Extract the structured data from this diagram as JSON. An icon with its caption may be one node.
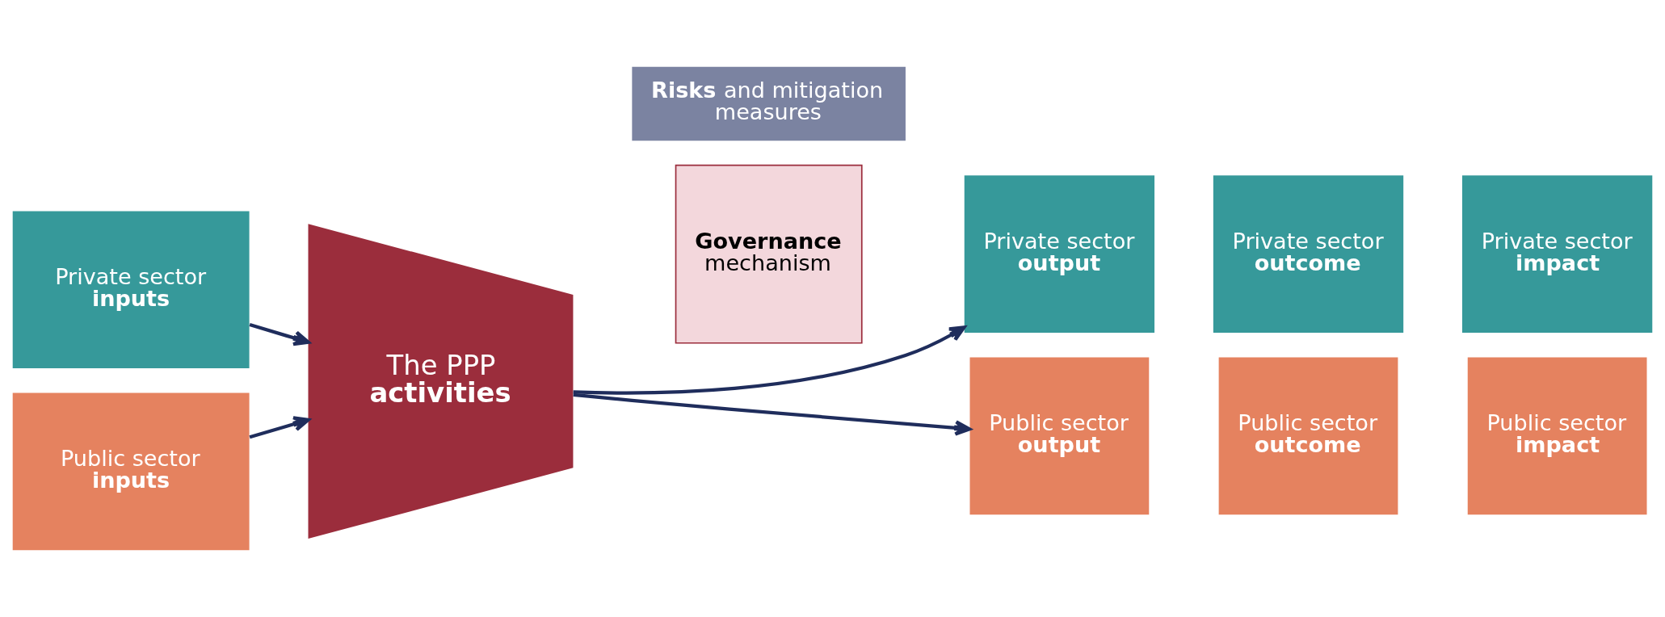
{
  "diagram": {
    "nodes": [
      {
        "text": [
          "Private sector **inputs**"
        ]
      },
      {
        "text": [
          "Public sector **inputs**"
        ]
      },
      {
        "text": [
          "The PPP **activities**"
        ]
      },
      {
        "text": [
          "**Governance** mechanism"
        ]
      },
      {
        "text": [
          "Private sector **output**"
        ]
      },
      {
        "text": [
          "Private sector **outcome**"
        ]
      },
      {
        "text": [
          "Private sector **impact**"
        ]
      },
      {
        "text": [
          "Public sector **output**"
        ]
      },
      {
        "text": [
          "Public sector **outcome**"
        ]
      },
      {
        "text": [
          "Public sector **impact**"
        ]
      },
      {
        "text": [
          "**Risks** and mitigation measures"
        ]
      }
    ],
    "edges": [
      {
        "from": 0,
        "to": 2,
        "arrow": "to"
      },
      {
        "from": 1,
        "to": 2,
        "arrow": "to"
      },
      {
        "from": 2,
        "to": 4,
        "arrow": "to"
      },
      {
        "from": 2,
        "to": 7,
        "arrow": "to"
      }
    ]
  }
}
